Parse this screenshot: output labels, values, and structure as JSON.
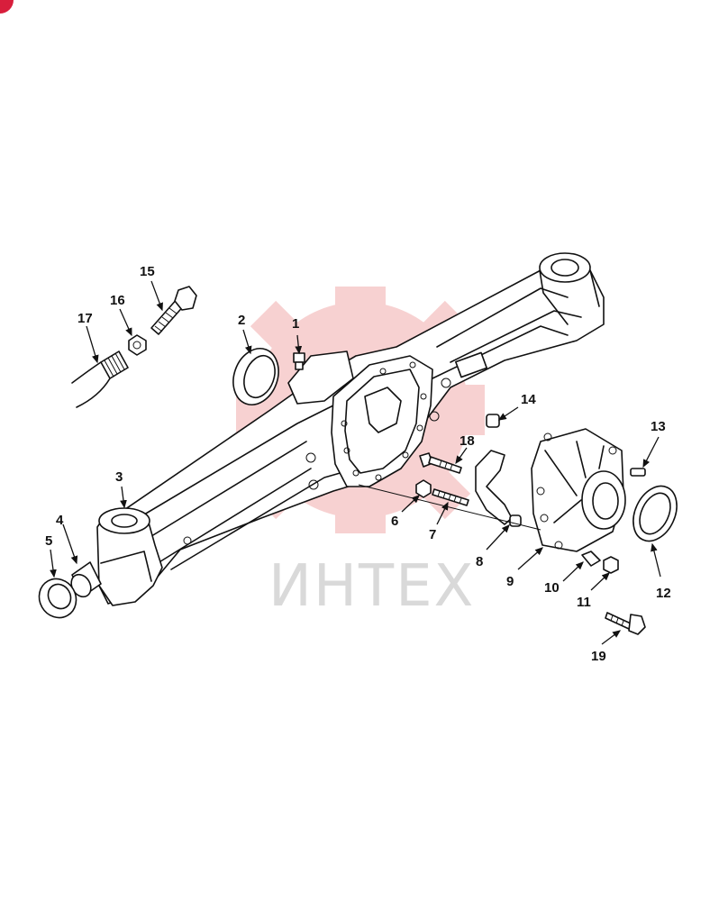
{
  "watermark": {
    "text": "ИНТЕХ",
    "gear_color": "#f2b3b3",
    "text_color": "#d9d9d9"
  },
  "corner_badge_color": "#d81e3c",
  "callouts": [
    "1",
    "2",
    "3",
    "4",
    "5",
    "6",
    "7",
    "8",
    "9",
    "10",
    "11",
    "12",
    "13",
    "14",
    "15",
    "16",
    "17",
    "18",
    "19"
  ]
}
